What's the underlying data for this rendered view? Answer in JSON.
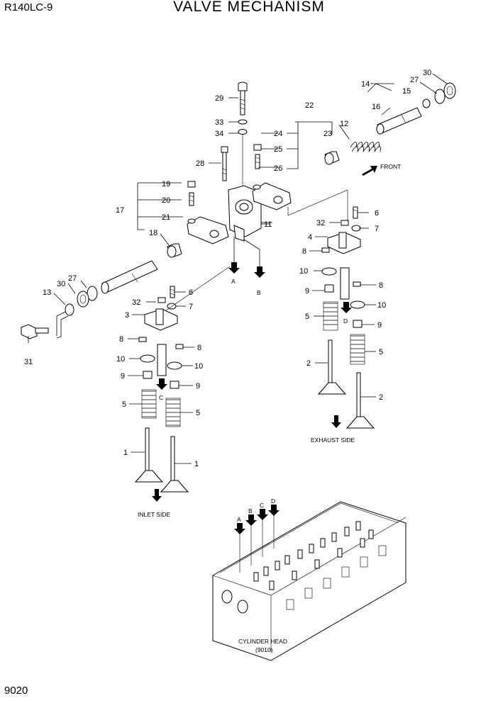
{
  "header": {
    "model": "R140LC-9",
    "title": "VALVE MECHANISM"
  },
  "footer": {
    "page_number": "9020"
  },
  "captions": {
    "front": "FRONT",
    "inlet_side": "INLET SIDE",
    "exhaust_side": "EXHAUST SIDE",
    "cylinder_head": "CYLINDER HEAD",
    "cylinder_head_ref": "(9010)"
  },
  "callouts": {
    "c1a": "1",
    "c1b": "1",
    "c2a": "2",
    "c2b": "2",
    "c3": "3",
    "c4": "4",
    "c5a": "5",
    "c5b": "5",
    "c5c": "5",
    "c5d": "5",
    "c6a": "6",
    "c6b": "6",
    "c7a": "7",
    "c7b": "7",
    "c8a": "8",
    "c8b": "8",
    "c8c": "8",
    "c8d": "8",
    "c9a": "9",
    "c9b": "9",
    "c9c": "9",
    "c9d": "9",
    "c10a": "10",
    "c10b": "10",
    "c10c": "10",
    "c10d": "10",
    "c11": "11",
    "c12": "12",
    "c13": "13",
    "c14": "14",
    "c15": "15",
    "c16": "16",
    "c17": "17",
    "c18": "18",
    "c19": "19",
    "c20": "20",
    "c21": "21",
    "c22": "22",
    "c23": "23",
    "c24": "24",
    "c25": "25",
    "c26": "26",
    "c27a": "27",
    "c27b": "27",
    "c28": "28",
    "c29": "29",
    "c30a": "30",
    "c30b": "30",
    "c31": "31",
    "c32a": "32",
    "c32b": "32",
    "c33": "33",
    "c34": "34"
  },
  "arrow_letters": {
    "a1": "A",
    "b1": "B",
    "c1": "C",
    "d1": "D",
    "a2": "A",
    "b2": "B",
    "c2": "C",
    "d2": "D"
  }
}
